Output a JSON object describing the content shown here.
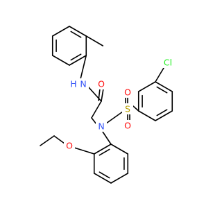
{
  "molecule": {
    "atom_labels": {
      "amide_n": "N",
      "amide_h": "H",
      "amide_o": "O",
      "sulfonamide_n": "N",
      "sulfur": "S",
      "sulfonyl_o_upper": "O",
      "sulfonyl_o_lower": "O",
      "ether_o": "O",
      "chlorine": "Cl"
    },
    "colors": {
      "carbon_bond": "#000000",
      "nitrogen": "#3050F8",
      "oxygen": "#FF0D0D",
      "sulfur": "#B8A000",
      "chlorine": "#1FF01F",
      "background": "#ffffff"
    }
  }
}
